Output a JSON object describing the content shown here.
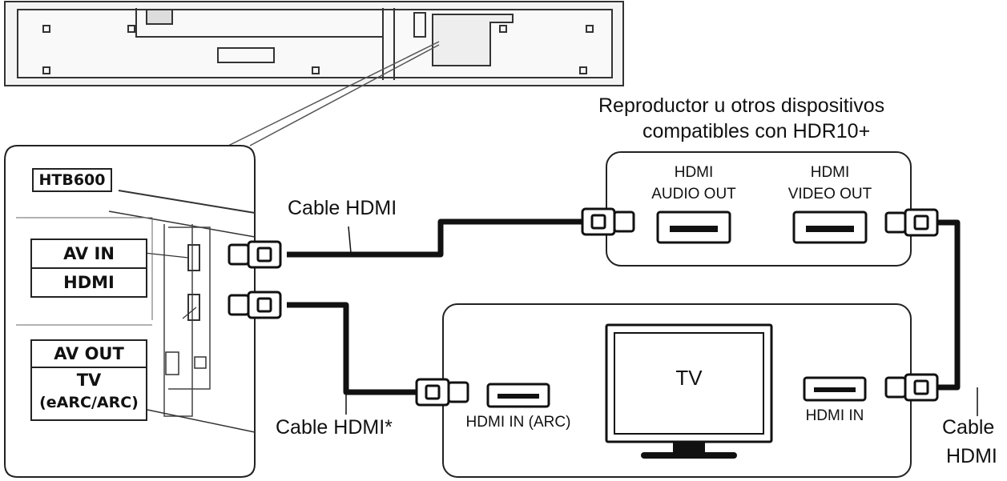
{
  "model_label": "HTB600",
  "soundbar_ports": {
    "av_in": "AV IN",
    "hdmi": "HDMI",
    "av_out": "AV OUT",
    "tv": "TV",
    "earc": "(eARC/ARC)"
  },
  "player": {
    "title_line1": "Reproductor u otros dispositivos",
    "title_line2": "compatibles con HDR10+",
    "audio_out_line1": "HDMI",
    "audio_out_line2": "AUDIO OUT",
    "video_out_line1": "HDMI",
    "video_out_line2": "VIDEO OUT"
  },
  "tv": {
    "label": "TV",
    "hdmi_in_arc": "HDMI IN (ARC)",
    "hdmi_in": "HDMI IN"
  },
  "cables": {
    "top": "Cable HDMI",
    "bottom": "Cable HDMI*",
    "right_line1": "Cable",
    "right_line2": "HDMI"
  }
}
